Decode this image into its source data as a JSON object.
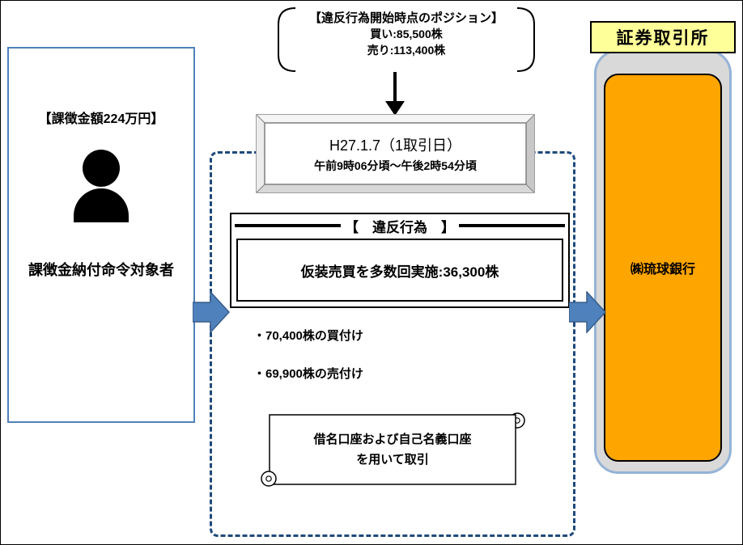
{
  "position_callout": {
    "title": "【違反行為開始時点のポジション】",
    "buy": "買い:85,500株",
    "sell": "売り:113,400株"
  },
  "period_box": {
    "date": "H27.1.7（1取引日）",
    "time": "午前9時06分頃～午後2時54分頃"
  },
  "violation": {
    "heading": "【　違反行為　】",
    "detail": "仮装売買を多数回実施:36,300株",
    "bullets": [
      "・70,400株の買付け",
      "・69,900株の売付け"
    ]
  },
  "scroll_note": {
    "line1": "借名口座および自己名義口座",
    "line2": "を用いて取引"
  },
  "subject": {
    "penalty": "【課徴金額224万円】",
    "label": "課徴金納付命令対象者"
  },
  "exchange": {
    "header": "証券取引所",
    "bank": "㈱琉球銀行"
  },
  "colors": {
    "flow_arrow": "#4F81BD",
    "dashed_border": "#1F497D",
    "exchange_header_bg": "#FFFF99",
    "bank_fill": "#FFA500",
    "exchange_border": "#95B3D7",
    "exchange_fill": "#D9D9D9"
  }
}
